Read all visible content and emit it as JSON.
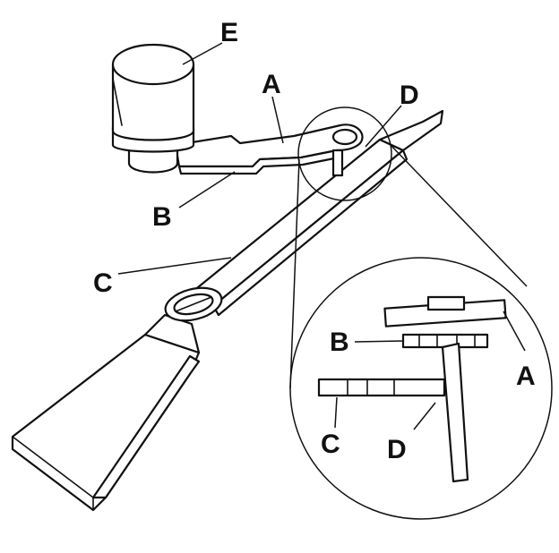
{
  "labels": {
    "e": "E",
    "a_top": "A",
    "d_top": "D",
    "b_left": "B",
    "c_left": "C",
    "b_inset": "B",
    "a_inset": "A",
    "c_inset": "C",
    "d_inset": "D"
  },
  "colors": {
    "line": "#111111",
    "fill": "#ffffff"
  }
}
